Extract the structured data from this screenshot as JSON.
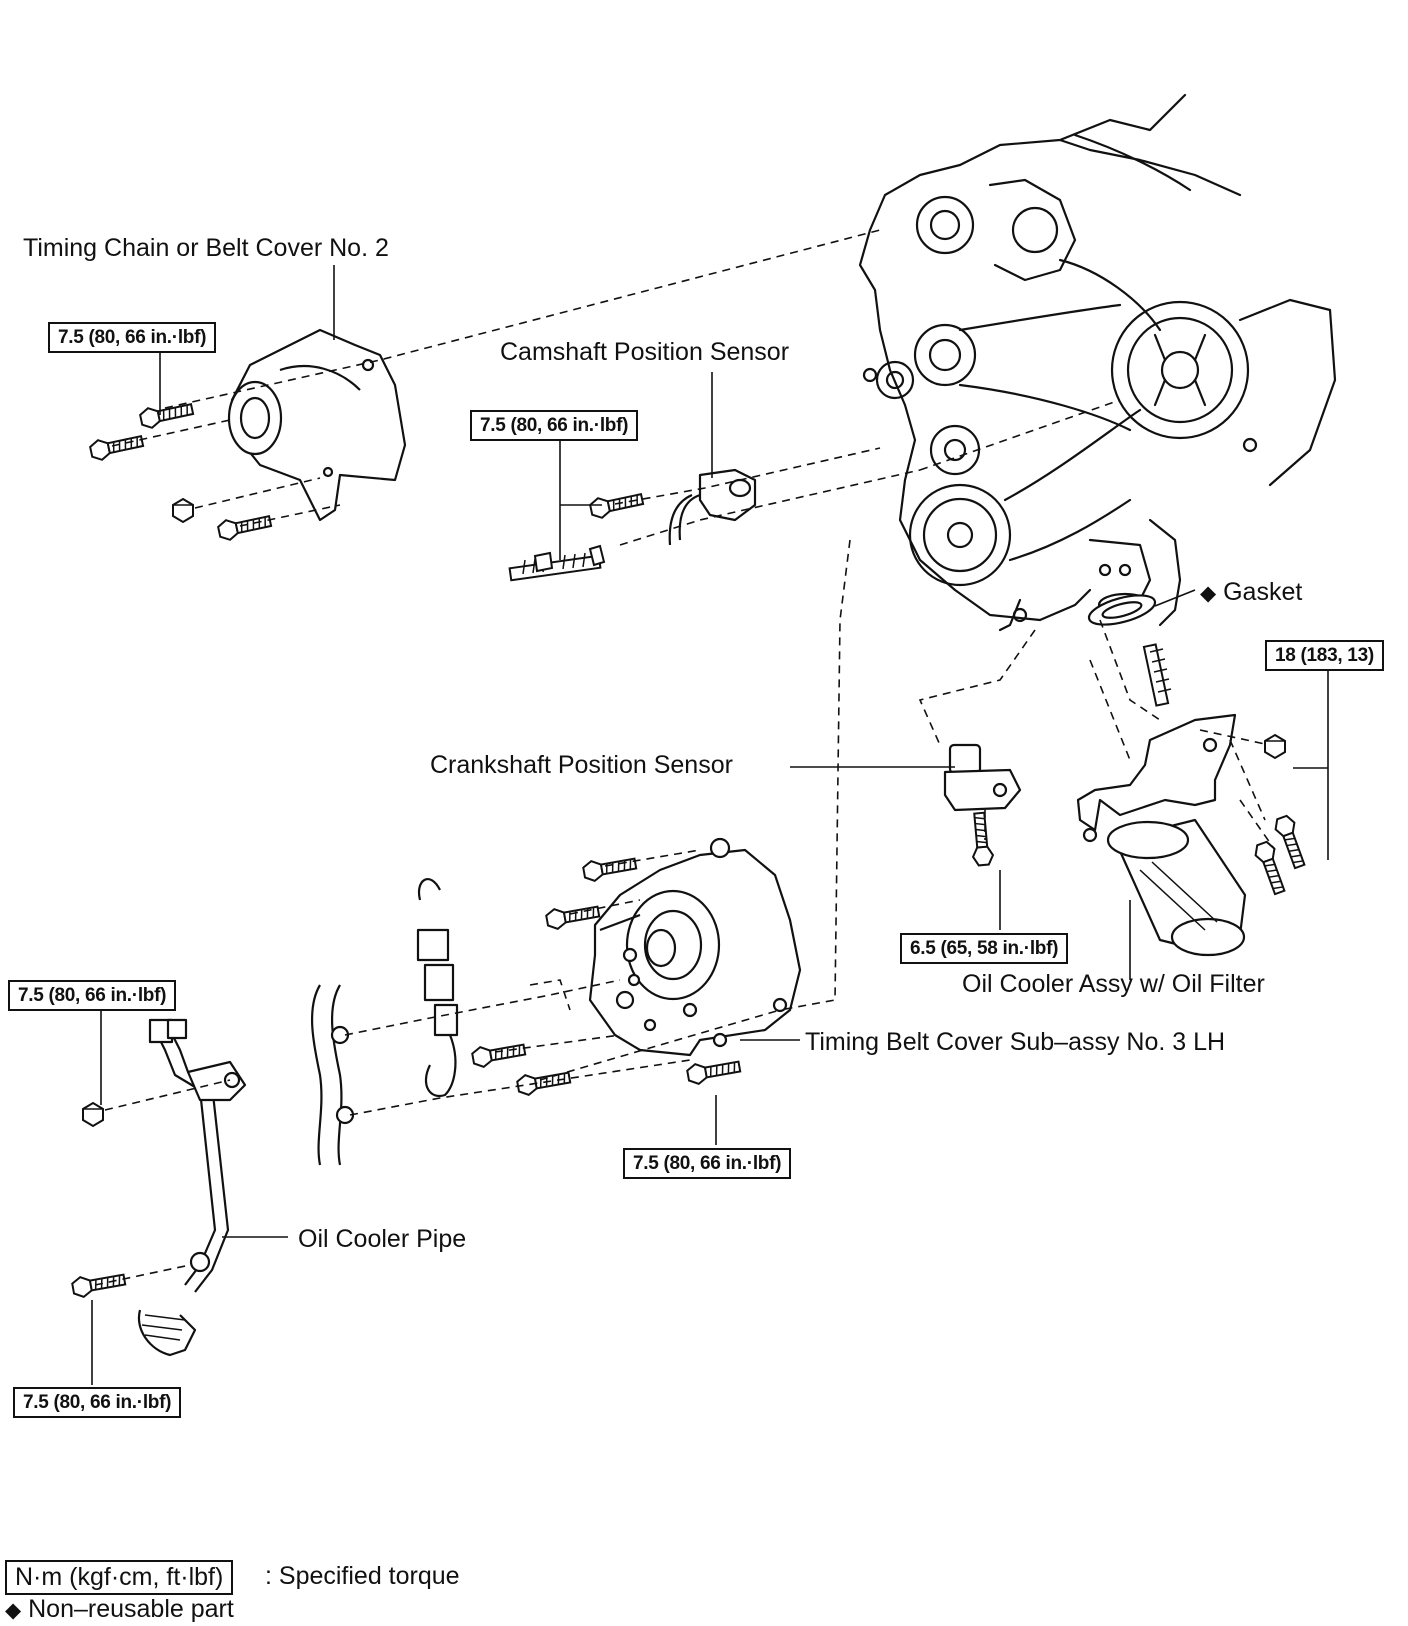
{
  "labels": {
    "timing_cover_2": "Timing Chain or Belt Cover No. 2",
    "camshaft_sensor": "Camshaft Position Sensor",
    "gasket": "Gasket",
    "crankshaft_sensor": "Crankshaft Position Sensor",
    "oil_cooler_assy": "Oil Cooler Assy w/ Oil Filter",
    "timing_cover_3": "Timing Belt Cover Sub–assy No. 3 LH",
    "oil_cooler_pipe": "Oil Cooler Pipe"
  },
  "torques": {
    "cover2_bolts": "7.5 (80, 66 in.·lbf)",
    "cam_sensor_bolts": "7.5 (80, 66 in.·lbf)",
    "oil_cooler_bolts": "18 (183, 13)",
    "crank_sensor_bolt": "6.5 (65, 58 in.·lbf)",
    "pipe_nut": "7.5 (80, 66 in.·lbf)",
    "cover3_bolt": "7.5 (80, 66 in.·lbf)",
    "pipe_bolt": "7.5 (80, 66 in.·lbf)"
  },
  "legend": {
    "torque_unit": "N·m (kgf·cm, ft·lbf)",
    "torque_desc": ": Specified torque",
    "nonreusable_symbol": "◆",
    "nonreusable_desc": "Non–reusable part"
  }
}
